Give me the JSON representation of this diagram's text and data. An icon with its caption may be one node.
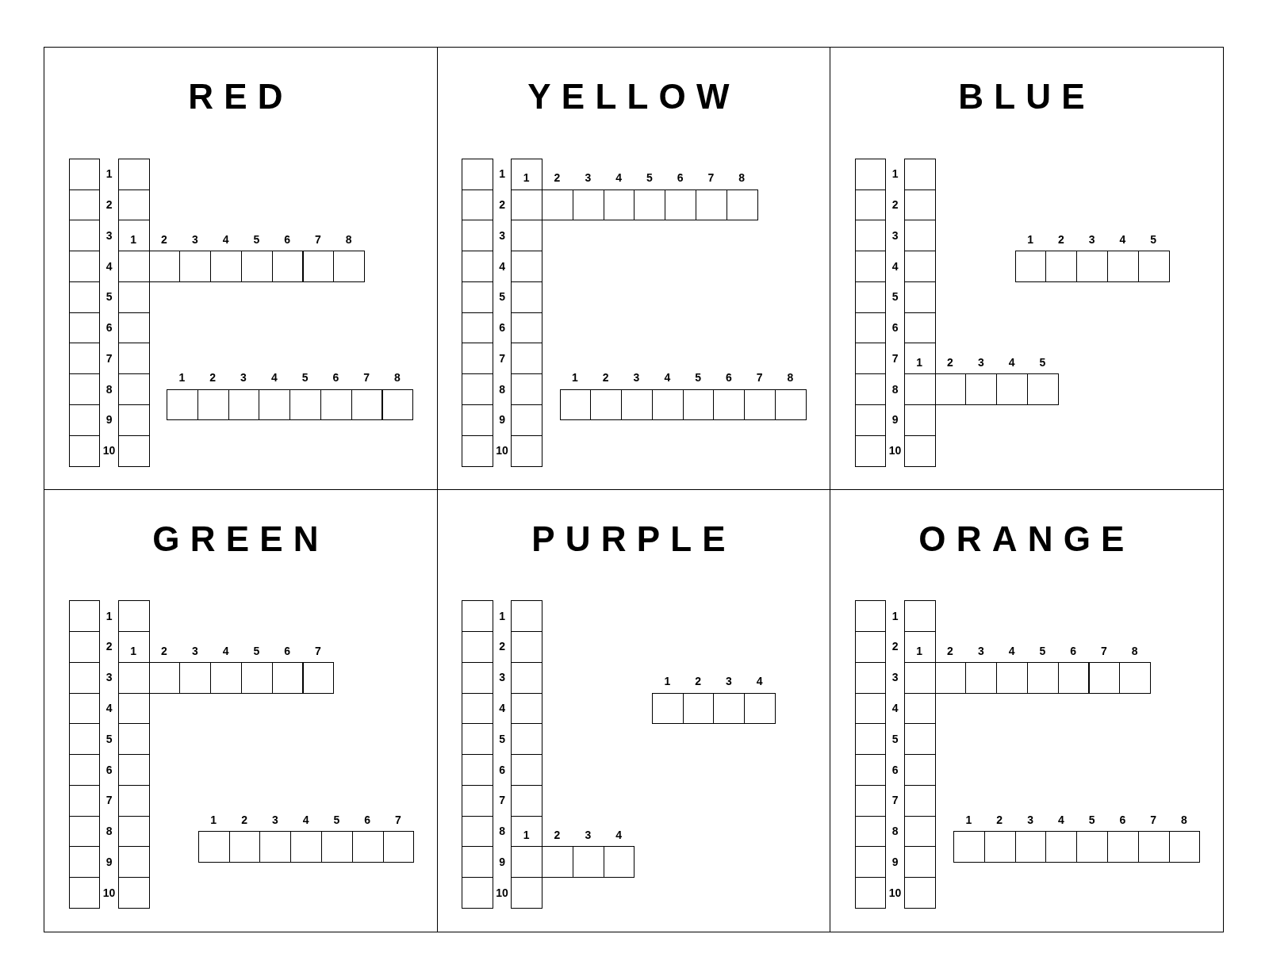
{
  "diagram": {
    "nodes": [
      {
        "text": [
          "RED"
        ]
      },
      {
        "text": [
          "YELLOW"
        ]
      },
      {
        "text": [
          "BLUE"
        ]
      },
      {
        "text": [
          "GREEN"
        ]
      },
      {
        "text": [
          "PURPLE"
        ]
      },
      {
        "text": [
          "ORANGE"
        ]
      }
    ],
    "labels": [
      "1",
      "2",
      "3",
      "4",
      "5",
      "6",
      "7",
      "8",
      "9",
      "10",
      "1",
      "2",
      "3",
      "4",
      "5",
      "6",
      "7",
      "8",
      "1",
      "2",
      "3",
      "4",
      "5",
      "6",
      "7",
      "8",
      "1",
      "2",
      "3",
      "4",
      "5",
      "6",
      "7",
      "8",
      "9",
      "10",
      "1",
      "2",
      "3",
      "4",
      "5",
      "6",
      "7",
      "8",
      "1",
      "2",
      "3",
      "4",
      "5",
      "6",
      "7",
      "8",
      "1",
      "2",
      "3",
      "4",
      "5",
      "6",
      "7",
      "8",
      "9",
      "10",
      "1",
      "2",
      "3",
      "4",
      "5",
      "1",
      "2",
      "3",
      "4",
      "5",
      "1",
      "2",
      "3",
      "4",
      "5",
      "6",
      "7",
      "8",
      "9",
      "10",
      "1",
      "2",
      "3",
      "4",
      "5",
      "6",
      "7",
      "1",
      "2",
      "3",
      "4",
      "5",
      "6",
      "7",
      "1",
      "2",
      "3",
      "4",
      "5",
      "6",
      "7",
      "8",
      "9",
      "10",
      "1",
      "2",
      "3",
      "4",
      "1",
      "2",
      "3",
      "4",
      "1",
      "2",
      "3",
      "4",
      "5",
      "6",
      "7",
      "8",
      "9",
      "10",
      "1",
      "2",
      "3",
      "4",
      "5",
      "6",
      "7",
      "8",
      "1",
      "2",
      "3",
      "4",
      "5",
      "6",
      "7",
      "8"
    ]
  }
}
